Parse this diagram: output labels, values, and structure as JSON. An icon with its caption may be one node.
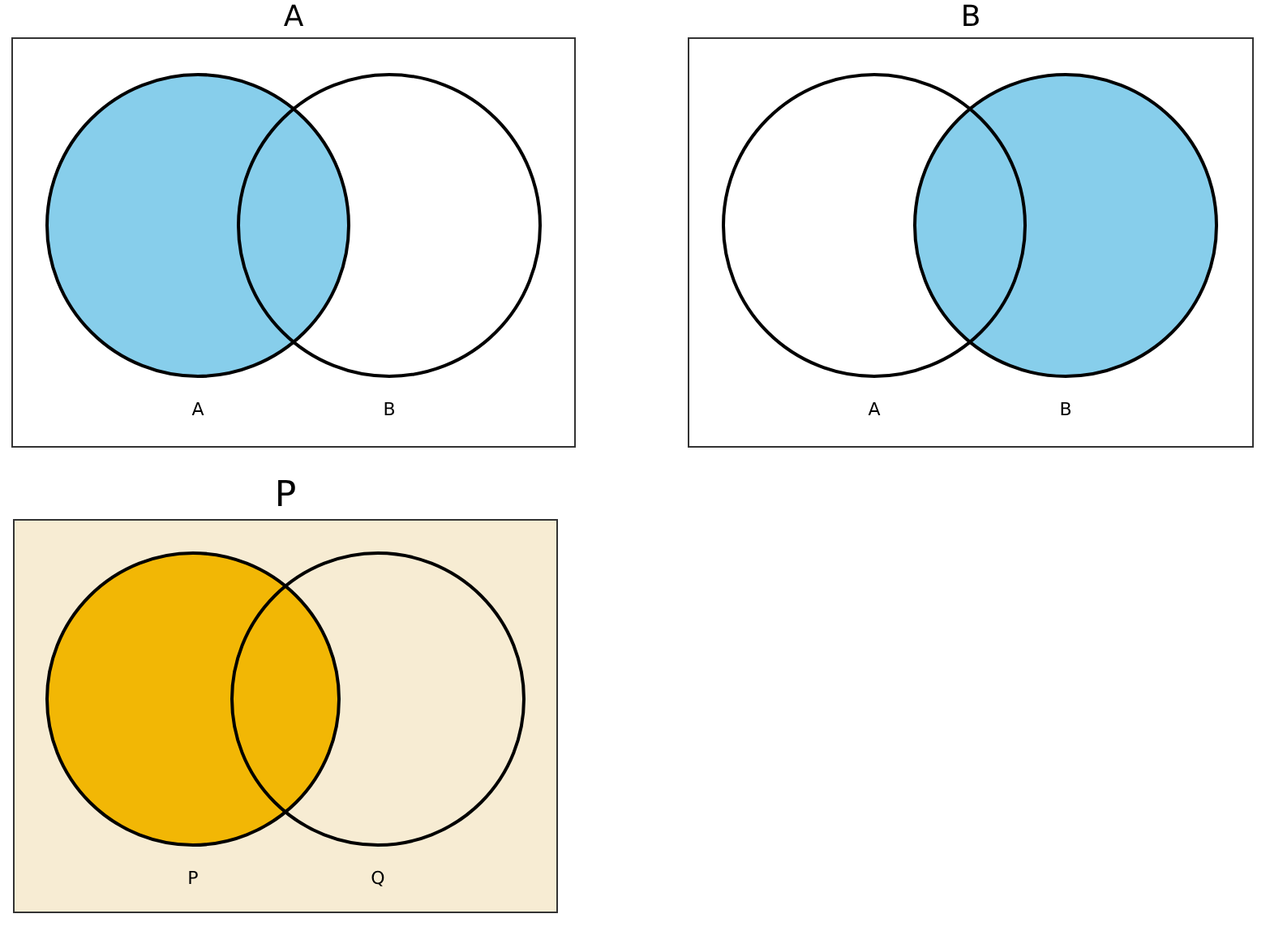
{
  "diagram": {
    "nodes": [
      {
        "text": [
          "A"
        ]
      },
      {
        "text": [],
        "shape": "circle",
        "in": 0,
        "beside": [
          "A"
        ]
      },
      {
        "text": [],
        "shape": "circle",
        "in": 0,
        "beside": [
          "B"
        ]
      },
      {
        "text": [
          "B"
        ]
      },
      {
        "text": [],
        "shape": "circle",
        "in": 3,
        "beside": [
          "A"
        ]
      },
      {
        "text": [],
        "shape": "circle",
        "in": 3,
        "beside": [
          "B"
        ]
      },
      {
        "text": [
          "P"
        ]
      },
      {
        "text": [],
        "shape": "circle",
        "in": 6,
        "beside": [
          "P"
        ]
      },
      {
        "text": [],
        "shape": "circle",
        "in": 6,
        "beside": [
          "Q"
        ]
      }
    ],
    "edges": []
  }
}
